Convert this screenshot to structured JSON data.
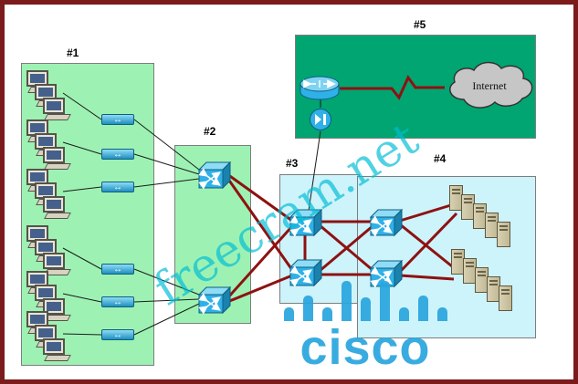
{
  "colors": {
    "border-maroon": "#7b1b1b",
    "region-green": "#9df2b3",
    "region-cyan": "#cdf3fb",
    "region-teal": "#00a571",
    "link-red": "#8e1111",
    "cisco-blue": "#2aa6de",
    "watermark-cyan": "#00bed6",
    "device-blue": "#2fb0e8",
    "cloud-gray": "#c6c6c6",
    "server-tan": "#d8d1b2"
  },
  "regions": [
    {
      "label": "#1"
    },
    {
      "label": "#2"
    },
    {
      "label": "#3"
    },
    {
      "label": "#4"
    },
    {
      "label": "#5"
    }
  ],
  "cloud": {
    "label": "Internet"
  },
  "watermark": {
    "text": "freecram.net"
  },
  "logo": {
    "text": "cisco"
  },
  "icons": {
    "workstation": "workstation-icon",
    "hub": "hub-icon",
    "switch": "multilayer-switch-icon",
    "router": "router-icon",
    "appliance": "network-appliance-icon",
    "internet_cloud": "internet-cloud-icon",
    "server": "server-icon",
    "logo_bars": "cisco-logo-bars"
  }
}
